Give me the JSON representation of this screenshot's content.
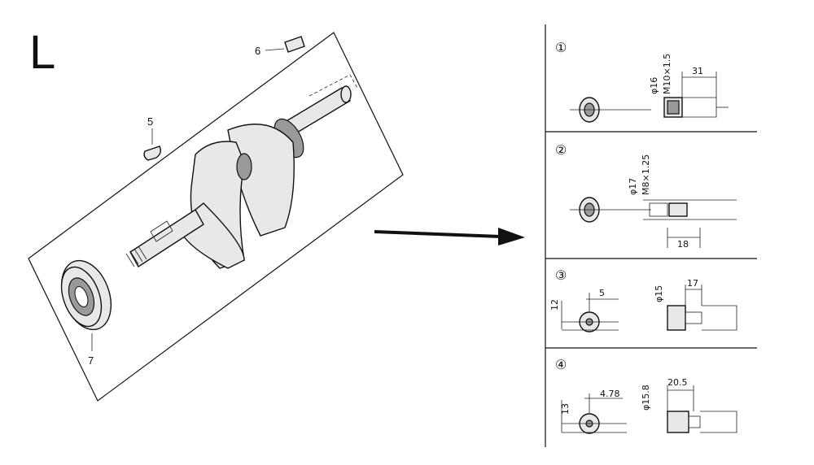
{
  "section_letter": "L",
  "callouts": {
    "part_5": "5",
    "part_6": "6",
    "part_7": "7"
  },
  "panels": [
    {
      "number": "①",
      "dims": [
        "φ16",
        "M10×1.5",
        "31"
      ]
    },
    {
      "number": "②",
      "dims": [
        "φ17",
        "M8×1.25",
        "18"
      ]
    },
    {
      "number": "③",
      "dims": [
        "12",
        "5",
        "φ15",
        "17"
      ]
    },
    {
      "number": "④",
      "dims": [
        "13",
        "4.78",
        "φ15.8",
        "20.5"
      ]
    }
  ]
}
